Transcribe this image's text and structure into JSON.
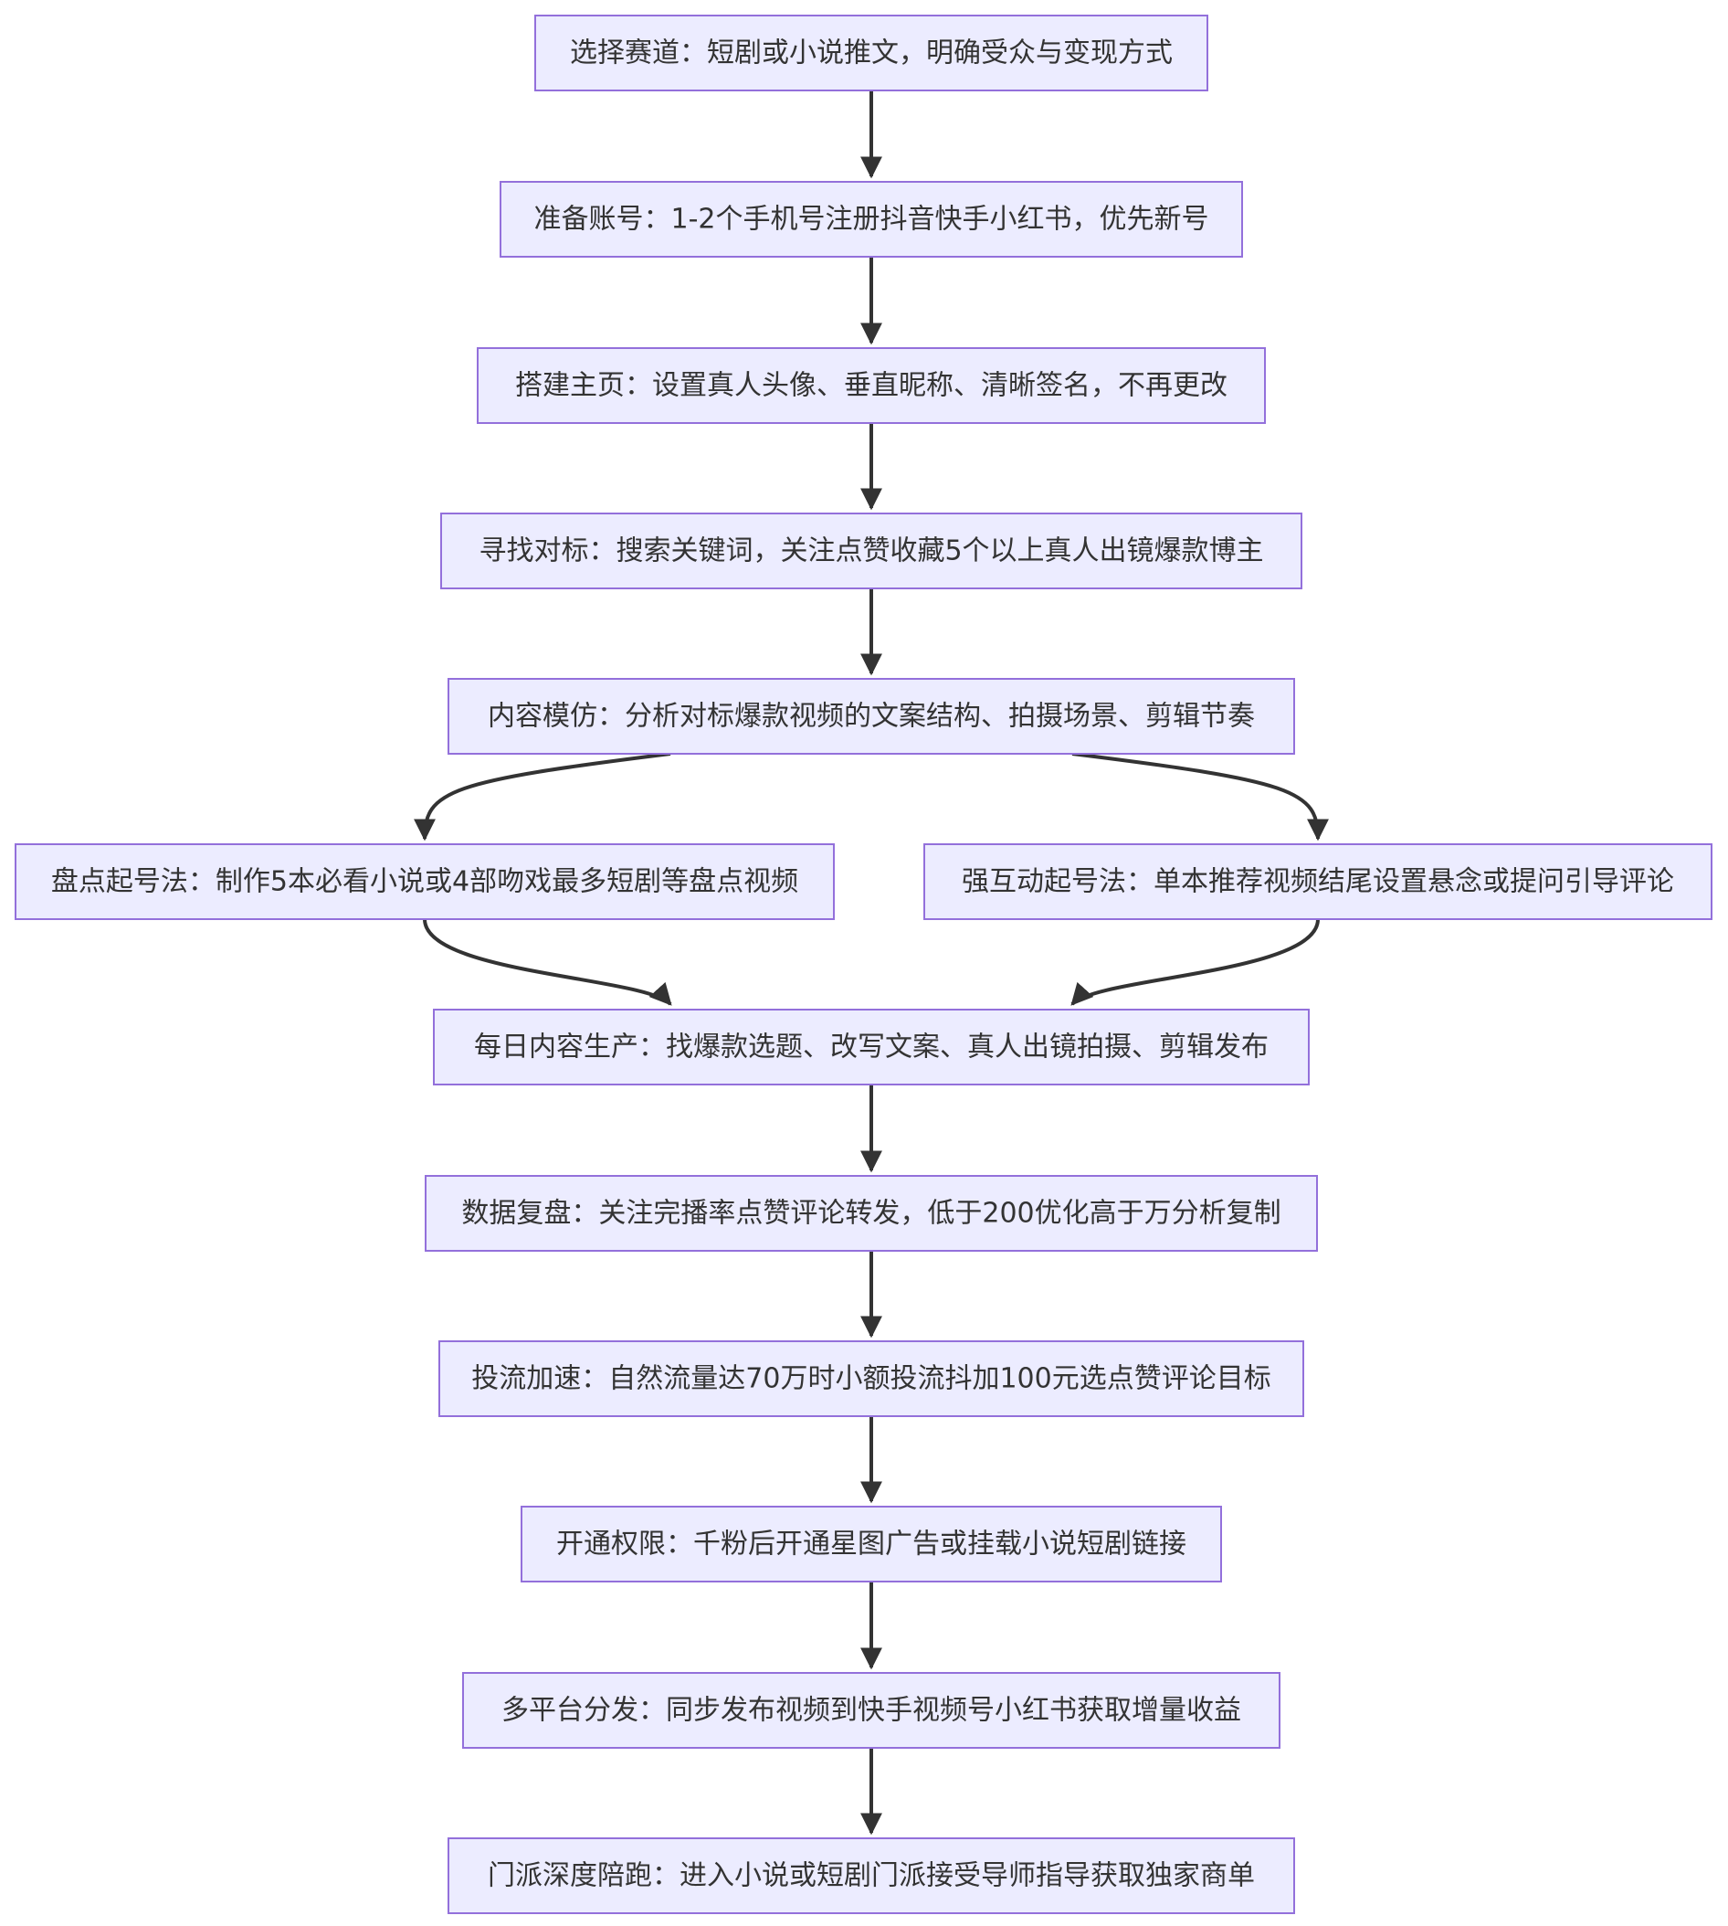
{
  "diagram": {
    "type": "flowchart",
    "nodes": [
      {
        "id": "n1",
        "text": "选择赛道：短剧或小说推文，明确受众与变现方式"
      },
      {
        "id": "n2",
        "text": "准备账号：1-2个手机号注册抖音快手小红书，优先新号"
      },
      {
        "id": "n3",
        "text": "搭建主页：设置真人头像、垂直昵称、清晰签名，不再更改"
      },
      {
        "id": "n4",
        "text": "寻找对标：搜索关键词，关注点赞收藏5个以上真人出镜爆款博主"
      },
      {
        "id": "n5",
        "text": "内容模仿：分析对标爆款视频的文案结构、拍摄场景、剪辑节奏"
      },
      {
        "id": "n6a",
        "text": "盘点起号法：制作5本必看小说或4部吻戏最多短剧等盘点视频"
      },
      {
        "id": "n6b",
        "text": "强互动起号法：单本推荐视频结尾设置悬念或提问引导评论"
      },
      {
        "id": "n7",
        "text": "每日内容生产：找爆款选题、改写文案、真人出镜拍摄、剪辑发布"
      },
      {
        "id": "n8",
        "text": "数据复盘：关注完播率点赞评论转发，低于200优化高于万分析复制"
      },
      {
        "id": "n9",
        "text": "投流加速：自然流量达70万时小额投流抖加100元选点赞评论目标"
      },
      {
        "id": "n10",
        "text": "开通权限：千粉后开通星图广告或挂载小说短剧链接"
      },
      {
        "id": "n11",
        "text": "多平台分发：同步发布视频到快手视频号小红书获取增量收益"
      },
      {
        "id": "n12",
        "text": "门派深度陪跑：进入小说或短剧门派接受导师指导获取独家商单"
      }
    ],
    "edges": [
      {
        "from": "n1",
        "to": "n2"
      },
      {
        "from": "n2",
        "to": "n3"
      },
      {
        "from": "n3",
        "to": "n4"
      },
      {
        "from": "n4",
        "to": "n5"
      },
      {
        "from": "n5",
        "to": "n6a"
      },
      {
        "from": "n5",
        "to": "n6b"
      },
      {
        "from": "n6a",
        "to": "n7"
      },
      {
        "from": "n6b",
        "to": "n7"
      },
      {
        "from": "n7",
        "to": "n8"
      },
      {
        "from": "n8",
        "to": "n9"
      },
      {
        "from": "n9",
        "to": "n10"
      },
      {
        "from": "n10",
        "to": "n11"
      },
      {
        "from": "n11",
        "to": "n12"
      }
    ],
    "colors": {
      "node_fill": "#ECECFF",
      "node_stroke": "#9370DB",
      "edge": "#333333",
      "text": "#333333",
      "background": "#FFFFFF"
    }
  }
}
